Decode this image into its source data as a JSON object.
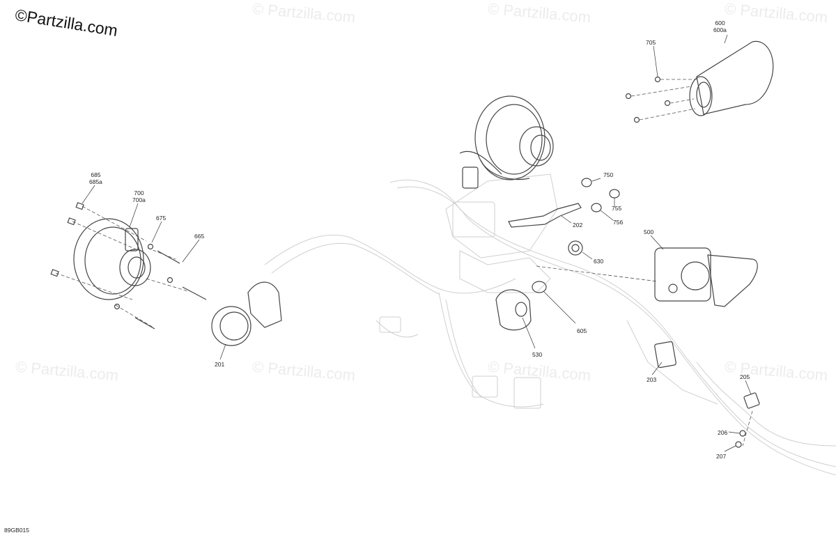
{
  "watermark": {
    "logo_symbol": "©",
    "logo_text": "Partzilla.com",
    "faint_text": "© Partzilla.com"
  },
  "diagram_code": "89GB015",
  "callouts": {
    "c600": "600\n600a",
    "c705": "705",
    "c685": "685\n685a",
    "c700": "700\n700a",
    "c675": "675",
    "c665": "665",
    "c750": "750",
    "c755": "755",
    "c756": "756",
    "c202": "202",
    "c500": "500",
    "c630": "630",
    "c605": "605",
    "c530": "530",
    "c201": "201",
    "c203": "203",
    "c205": "205",
    "c206": "206",
    "c207": "207"
  }
}
